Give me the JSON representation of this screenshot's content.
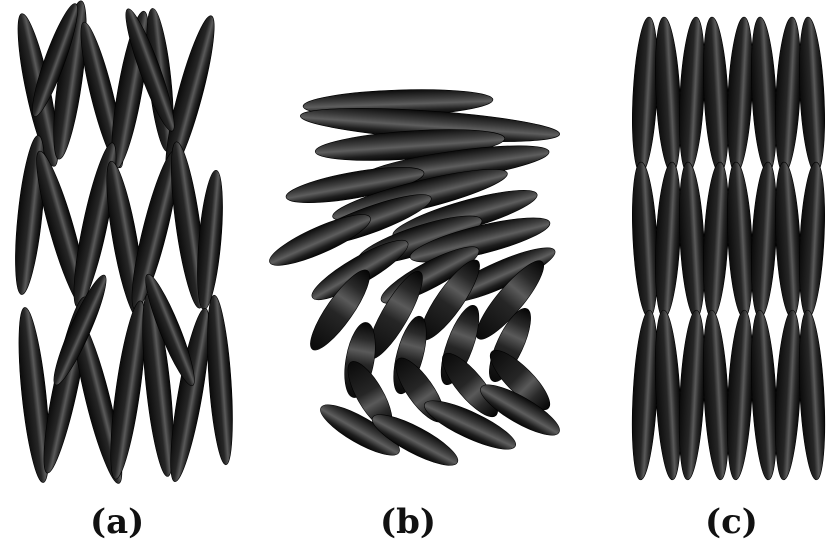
{
  "figure": {
    "panels": [
      {
        "id": "a",
        "label": "(a)"
      },
      {
        "id": "b",
        "label": "(b)"
      },
      {
        "id": "c",
        "label": "(c)"
      }
    ]
  },
  "colors": {
    "background": "#ffffff",
    "ellipsoid_dark": "#0f0f0f",
    "ellipsoid_mid": "#2e2e2e",
    "ellipsoid_highlight": "#6a6a6a",
    "label_text": "#111111"
  }
}
